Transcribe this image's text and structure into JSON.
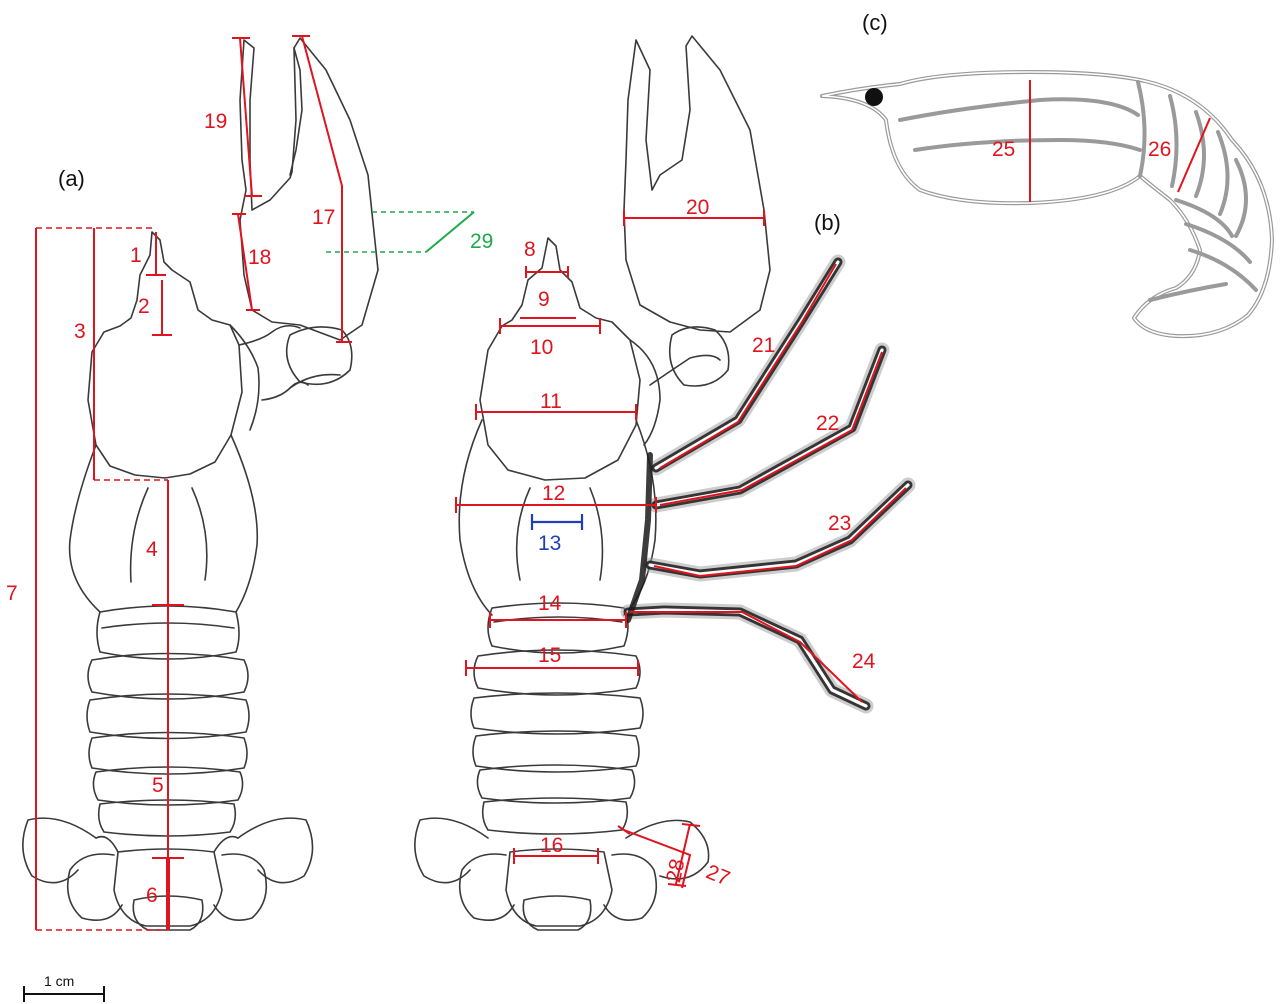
{
  "panels": {
    "a": "(a)",
    "b": "(b)",
    "c": "(c)"
  },
  "scale_bar": {
    "label": "1 cm"
  },
  "measurements": {
    "m1": "1",
    "m2": "2",
    "m3": "3",
    "m4": "4",
    "m5": "5",
    "m6": "6",
    "m7": "7",
    "m8": "8",
    "m9": "9",
    "m10": "10",
    "m11": "11",
    "m12": "12",
    "m13": "13",
    "m14": "14",
    "m15": "15",
    "m16": "16",
    "m17": "17",
    "m18": "18",
    "m19": "19",
    "m20": "20",
    "m21": "21",
    "m22": "22",
    "m23": "23",
    "m24": "24",
    "m25": "25",
    "m26": "26",
    "m27": "27",
    "m28": "28",
    "m29": "29"
  },
  "colors": {
    "measurement": "#e0141e",
    "measurement_alt_green": "#1faa4a",
    "measurement_alt_blue": "#1f3fb5",
    "outline": "#3a3a3a"
  }
}
